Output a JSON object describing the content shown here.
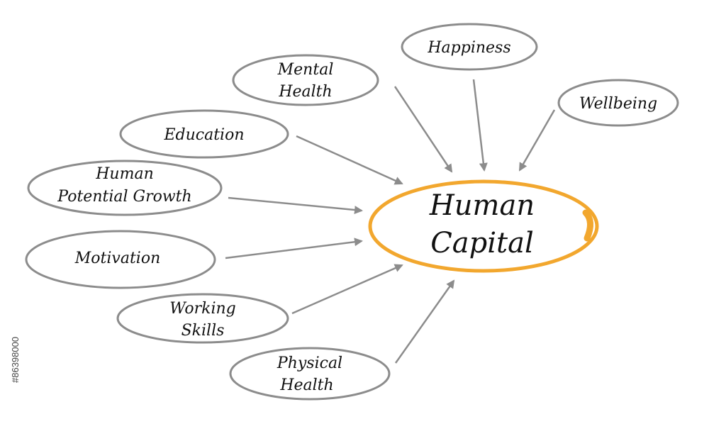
{
  "diagram": {
    "center": {
      "lines": [
        "Human",
        "Capital"
      ],
      "color": "#F2A72E"
    },
    "nodes": [
      {
        "id": "happiness",
        "lines": [
          "Happiness"
        ]
      },
      {
        "id": "mental-health",
        "lines": [
          "Mental",
          "Health"
        ]
      },
      {
        "id": "wellbeing",
        "lines": [
          "Wellbeing"
        ]
      },
      {
        "id": "education",
        "lines": [
          "Education"
        ]
      },
      {
        "id": "human-potential-growth",
        "lines": [
          "Human",
          "Potential Growth"
        ]
      },
      {
        "id": "motivation",
        "lines": [
          "Motivation"
        ]
      },
      {
        "id": "working-skills",
        "lines": [
          "Working",
          "Skills"
        ]
      },
      {
        "id": "physical-health",
        "lines": [
          "Physical",
          "Health"
        ]
      }
    ],
    "ellipse_color": "#8C8C8C",
    "arrow_color": "#8C8C8C"
  },
  "stock_id": "#86398000"
}
